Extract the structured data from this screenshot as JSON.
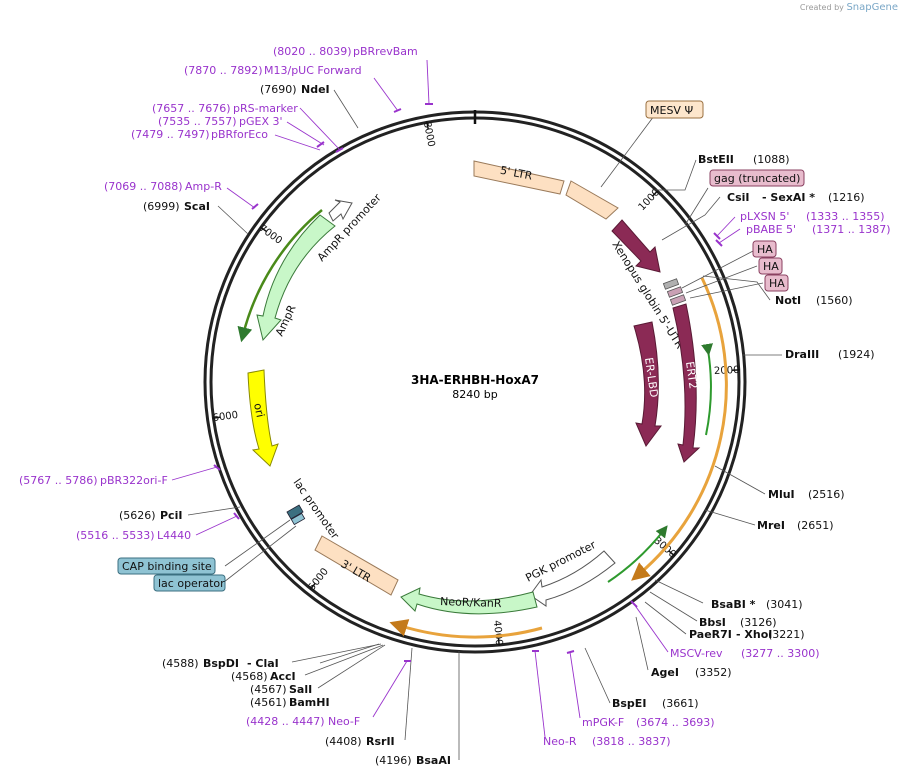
{
  "credit": {
    "prefix": "Created by",
    "brand": "SnapGene"
  },
  "plasmid": {
    "name": "3HA-ERHBH-HoxA7",
    "length": "8240 bp",
    "total_bp": 8240
  },
  "ticks": [
    {
      "label": "1000",
      "bp": 1000
    },
    {
      "label": "2000",
      "bp": 2000
    },
    {
      "label": "3000",
      "bp": 3000
    },
    {
      "label": "4000",
      "bp": 4000
    },
    {
      "label": "5000",
      "bp": 5000
    },
    {
      "label": "6000",
      "bp": 6000
    },
    {
      "label": "7000",
      "bp": 7000
    },
    {
      "label": "8000",
      "bp": 8000
    }
  ],
  "sites": [
    {
      "name": "BstEII",
      "pos": "(1088)",
      "bp": 1088
    },
    {
      "name": "CsiI",
      "pre": "",
      "mid": "- SexAI *",
      "pos": "(1216)",
      "bp": 1216
    },
    {
      "name": "NotI",
      "pos": "(1560)",
      "bp": 1560
    },
    {
      "name": "DraIII",
      "pos": "(1924)",
      "bp": 1924
    },
    {
      "name": "MluI",
      "pos": "(2516)",
      "bp": 2516
    },
    {
      "name": "MreI",
      "pos": "(2651)",
      "bp": 2651
    },
    {
      "name": "BsaBI *",
      "pos": "(3041)",
      "bp": 3041
    },
    {
      "name": "BbsI",
      "pos": "(3126)",
      "bp": 3126
    },
    {
      "name": "PaeR7I",
      "mid": "- XhoI",
      "pos": "(3221)",
      "bp": 3221
    },
    {
      "name": "AgeI",
      "pos": "(3352)",
      "bp": 3352
    },
    {
      "name": "BspEI",
      "pos": "(3661)",
      "bp": 3661
    },
    {
      "name": "BsaAI",
      "pos": "(4196)",
      "bp": 4196
    },
    {
      "name": "RsrII",
      "pos": "(4408)",
      "bp": 4408
    },
    {
      "name": "BamHI",
      "pos": "(4561)",
      "bp": 4561
    },
    {
      "name": "SalI",
      "pos": "(4567)",
      "bp": 4567
    },
    {
      "name": "AccI",
      "pos": "(4568)",
      "bp": 4568
    },
    {
      "name": "BspDI",
      "mid": "- ClaI",
      "pos": "(4588)",
      "bp": 4588
    },
    {
      "name": "PciI",
      "pos": "(5626)",
      "bp": 5626
    },
    {
      "name": "ScaI",
      "pos": "(6999)",
      "bp": 6999
    },
    {
      "name": "NdeI",
      "pos": "(7690)",
      "bp": 7690
    }
  ],
  "primers": [
    {
      "range": "(8020 .. 8039)",
      "name": "pBRrevBam",
      "bp": 8030
    },
    {
      "range": "(7870 .. 7892)",
      "name": "M13/pUC Forward",
      "bp": 7881
    },
    {
      "range": "(7657 .. 7676)",
      "name": "pRS-marker",
      "bp": 7666
    },
    {
      "range": "(7535 .. 7557)",
      "name": "pGEX 3'",
      "bp": 7546
    },
    {
      "range": "(7479 .. 7497)",
      "name": "pBRforEco",
      "bp": 7488
    },
    {
      "range": "(7069 .. 7088)",
      "name": "Amp-R",
      "bp": 7078
    },
    {
      "range": "(5767 .. 5786)",
      "name": "pBR322ori-F",
      "bp": 5776
    },
    {
      "range": "(5516 .. 5533)",
      "name": "L4440",
      "bp": 5524
    },
    {
      "range": "(1333 .. 1355)",
      "name": "pLXSN 5'",
      "bp": 1344
    },
    {
      "range": "(1371 .. 1387)",
      "name": "pBABE 5'",
      "bp": 1379
    },
    {
      "range": "(3277 .. 3300)",
      "name": "MSCV-rev",
      "bp": 3288
    },
    {
      "range": "(3674 .. 3693)",
      "name": "mPGK-F",
      "bp": 3683
    },
    {
      "range": "(3818 .. 3837)",
      "name": "Neo-R",
      "bp": 3827
    },
    {
      "range": "(4428 .. 4447)",
      "name": "Neo-F",
      "bp": 4437
    }
  ],
  "boxed_features": [
    {
      "label": "MESV Ψ",
      "fill": "#fde6cc",
      "stroke": "#9a7040"
    },
    {
      "label": "gag (truncated)",
      "fill": "#e8bccd",
      "stroke": "#8a4060"
    },
    {
      "label": "HA",
      "fill": "#e8bccd",
      "stroke": "#8a4060"
    },
    {
      "label": "HA",
      "fill": "#e8bccd",
      "stroke": "#8a4060"
    },
    {
      "label": "HA",
      "fill": "#e8bccd",
      "stroke": "#8a4060"
    },
    {
      "label": "CAP binding site",
      "fill": "#8fc3d3",
      "stroke": "#3b6f80"
    },
    {
      "label": "lac operator",
      "fill": "#8fc3d3",
      "stroke": "#3b6f80"
    }
  ],
  "inner_features": [
    {
      "label": "5' LTR",
      "color": "#fde0c2"
    },
    {
      "label": "3' LTR",
      "color": "#fde0c2"
    },
    {
      "label": "Xenopus globin 5'-UTR",
      "color": "#ffffff"
    },
    {
      "label": "ERT2",
      "color": "#8b2a55"
    },
    {
      "label": "ER-LBD",
      "color": "#8b2a55"
    },
    {
      "label": "PGK promoter",
      "color": "#ffffff"
    },
    {
      "label": "NeoR/KanR",
      "color": "#c8f7c8"
    },
    {
      "label": "lac promoter",
      "color": "#ffffff"
    },
    {
      "label": "ori",
      "color": "#ffff00"
    },
    {
      "label": "AmpR",
      "color": "#c8f7c8"
    },
    {
      "label": "AmpR promoter",
      "color": "#ffffff"
    }
  ],
  "colors": {
    "backbone": "#222222",
    "primer": "#9933cc",
    "orf_orange": "#e8a33c",
    "orf_green": "#2e9a2e"
  }
}
